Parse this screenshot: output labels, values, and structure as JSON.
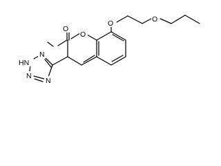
{
  "molecule": {
    "atoms": {
      "carbonyl_oxygen": "O",
      "ring_oxygen": "O",
      "ether_oxygen_1": "O",
      "ether_oxygen_2": "O",
      "tetrazole_n1": "N",
      "tetrazole_n2": "N",
      "tetrazole_n3": "N",
      "tetrazole_nh": "HN"
    }
  }
}
